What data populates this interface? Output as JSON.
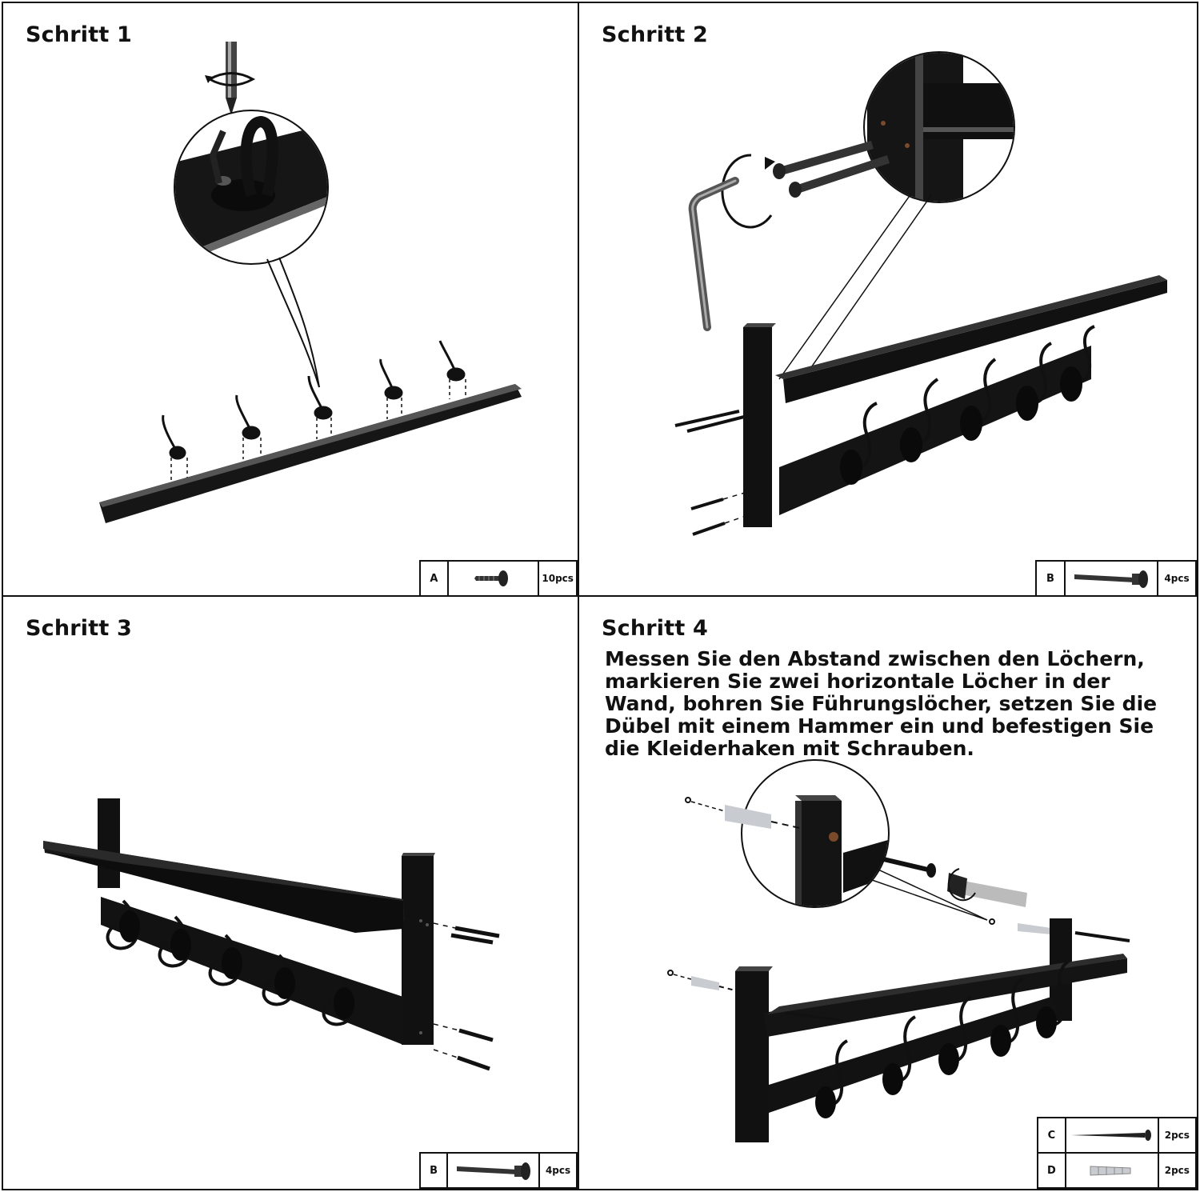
{
  "steps": [
    {
      "title": "Schritt 1",
      "parts": [
        {
          "letter": "A",
          "qty": "10pcs",
          "icon": "small-screw-icon"
        }
      ]
    },
    {
      "title": "Schritt 2",
      "parts": [
        {
          "letter": "B",
          "qty": "4pcs",
          "icon": "bolt-icon"
        }
      ]
    },
    {
      "title": "Schritt 3",
      "parts": [
        {
          "letter": "B",
          "qty": "4pcs",
          "icon": "bolt-icon"
        }
      ]
    },
    {
      "title": "Schritt 4",
      "instructions": "Messen Sie den Abstand zwischen den Löchern, markieren Sie zwei horizontale Löcher in der Wand, bohren Sie Führungslöcher, setzen Sie die Dübel mit einem Hammer ein und befestigen Sie die Kleiderhaken mit Schrauben.",
      "parts": [
        {
          "letter": "C",
          "qty": "2pcs",
          "icon": "long-screw-icon"
        },
        {
          "letter": "D",
          "qty": "2pcs",
          "icon": "wall-anchor-icon"
        }
      ]
    }
  ],
  "colors": {
    "border": "#111111",
    "wood": "#1a1a1a",
    "background": "#ffffff"
  }
}
